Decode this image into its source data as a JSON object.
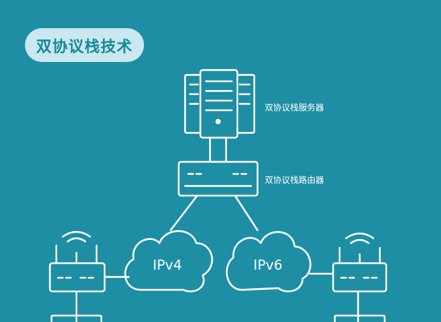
{
  "title": "双协议栈技术",
  "labels": {
    "server": "双协议栈服务器",
    "router": "双协议栈路由器"
  },
  "clouds": {
    "left": "IPv4",
    "right": "IPv6"
  },
  "icons": {
    "server": "server-rack-icon",
    "router": "router-icon",
    "wifi_router": "wifi-router-icon",
    "cloud": "cloud-icon"
  },
  "colors": {
    "background": "#1d8ea3",
    "line": "#ffffff",
    "title_bg": "#c9e8ef",
    "title_text": "#17899b"
  }
}
